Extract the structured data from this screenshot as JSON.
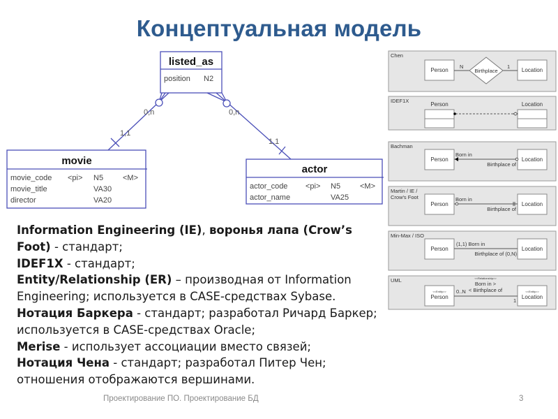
{
  "slide": {
    "title": "Концептуальная модель",
    "footer": "Проектирование ПО. Проектирование БД",
    "page_number": "3"
  },
  "er_diagram": {
    "entities": {
      "listed_as": {
        "name": "listed_as",
        "attributes": [
          {
            "name": "position",
            "key": "",
            "type": "N2",
            "mandatory": ""
          }
        ]
      },
      "movie": {
        "name": "movie",
        "attributes": [
          {
            "name": "movie_code",
            "key": "<pi>",
            "type": "N5",
            "mandatory": "<M>"
          },
          {
            "name": "movie_title",
            "key": "",
            "type": "VA30",
            "mandatory": ""
          },
          {
            "name": "director",
            "key": "",
            "type": "VA20",
            "mandatory": ""
          }
        ]
      },
      "actor": {
        "name": "actor",
        "attributes": [
          {
            "name": "actor_code",
            "key": "<pi>",
            "type": "N5",
            "mandatory": "<M>"
          },
          {
            "name": "actor_name",
            "key": "",
            "type": "VA25",
            "mandatory": ""
          }
        ]
      }
    },
    "relationships": [
      {
        "from": "movie",
        "to": "listed_as",
        "from_card": "1,1",
        "to_card": "0,n"
      },
      {
        "from": "actor",
        "to": "listed_as",
        "from_card": "1,1",
        "to_card": "0,n"
      }
    ],
    "line_color": "#4a4fb8"
  },
  "notations": [
    {
      "label": "Chen",
      "left": "Person",
      "right": "Location",
      "relation": "Birthplace",
      "left_card": "N",
      "right_card": "1"
    },
    {
      "label": "IDEF1X",
      "left": "Person",
      "right": "Location"
    },
    {
      "label": "Bachman",
      "left": "Person",
      "right": "Location",
      "top_text": "Born in",
      "bottom_text": "Birthplace of"
    },
    {
      "label_line1": "Martin / IE /",
      "label_line2": "Crow's Foot",
      "left": "Person",
      "right": "Location",
      "top_text": "Born in",
      "bottom_text": "Birthplace of"
    },
    {
      "label": "Min-Max / ISO",
      "left": "Person",
      "right": "Location",
      "top_text": "(1,1) Born in",
      "bottom_text": "Birthplace of (0,N)"
    },
    {
      "label": "UML",
      "left": "Person",
      "right": "Location",
      "stereotype_entity": "<<Entity>>",
      "stereotype_rel": "<<Relationship>>",
      "top_text": "Born in >",
      "bottom_text": "< Birthplace of",
      "left_card": "0..N",
      "right_card": "1"
    }
  ],
  "text": {
    "p1_bold_a": "Information Engineering (IE)",
    "p1_sep": ", ",
    "p1_bold_b": "воронья лапа (Crow’s Foot)",
    "p1_rest": " - стандарт;",
    "p2_bold": "IDEF1X",
    "p2_rest": " - стандарт;",
    "p3_bold": "Entity/Relationship (ER)",
    "p3_rest": " – производная от Information Engineering; используется в CASE-средствах Sybase.",
    "p4_bold": "Нотация Баркера",
    "p4_rest": " - стандарт; разработал Ричард Баркер; используется в CASE-средствах Oracle;",
    "p5_bold": "Merise",
    "p5_rest": " - использует ассоциации вместо связей;",
    "p6_bold": "Нотация Чена",
    "p6_rest": " - стандарт; разработал Питер Чен; отношения отображаются вершинами."
  }
}
